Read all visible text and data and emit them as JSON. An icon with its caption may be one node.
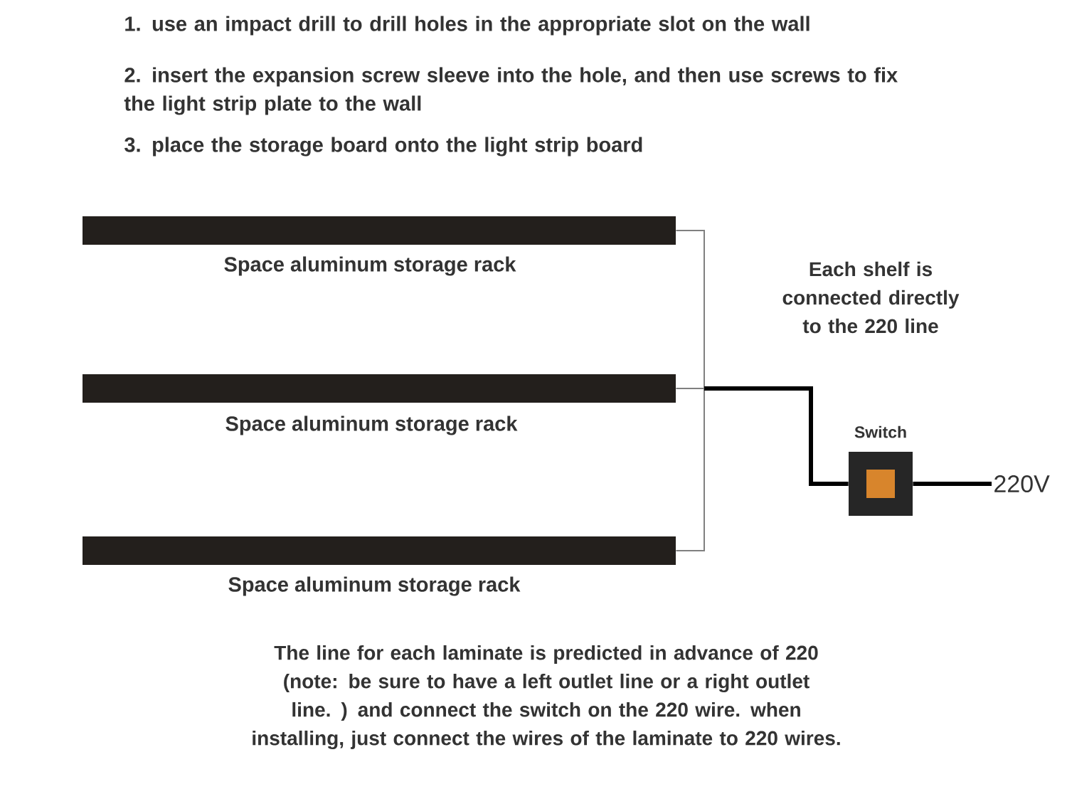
{
  "diagram": {
    "nodes": [
      {
        "text": [],
        "shape": "bar",
        "beside": [
          "Space aluminum storage rack"
        ]
      },
      {
        "text": [],
        "shape": "bar",
        "beside": [
          "Space aluminum storage rack"
        ]
      },
      {
        "text": [],
        "shape": "bar",
        "beside": [
          "Space aluminum storage rack"
        ]
      },
      {
        "text": [
          "Switch"
        ]
      },
      {
        "text": [
          "220V"
        ]
      }
    ],
    "edges": [
      {
        "from": 0,
        "to": 3,
        "arrow": "none"
      },
      {
        "from": 1,
        "to": 3,
        "arrow": "none"
      },
      {
        "from": 2,
        "to": 3,
        "arrow": "none"
      },
      {
        "from": 3,
        "to": 4,
        "arrow": "none"
      }
    ],
    "labels": [
      "1. use an impact drill to drill holes in the appropriate slot on the wall",
      "2. insert the expansion screw sleeve into the hole, and then use screws to fix the light strip plate to the wall",
      "3. place the storage board onto the light strip board",
      "Each shelf is connected directly to the 220 line",
      "The line for each laminate is predicted in advance of 220 (note: be sure to have a left outlet line or a right outlet line. ) and connect the switch on the 220 wire. when installing, just connect the wires of the laminate to 220 wires."
    ]
  }
}
